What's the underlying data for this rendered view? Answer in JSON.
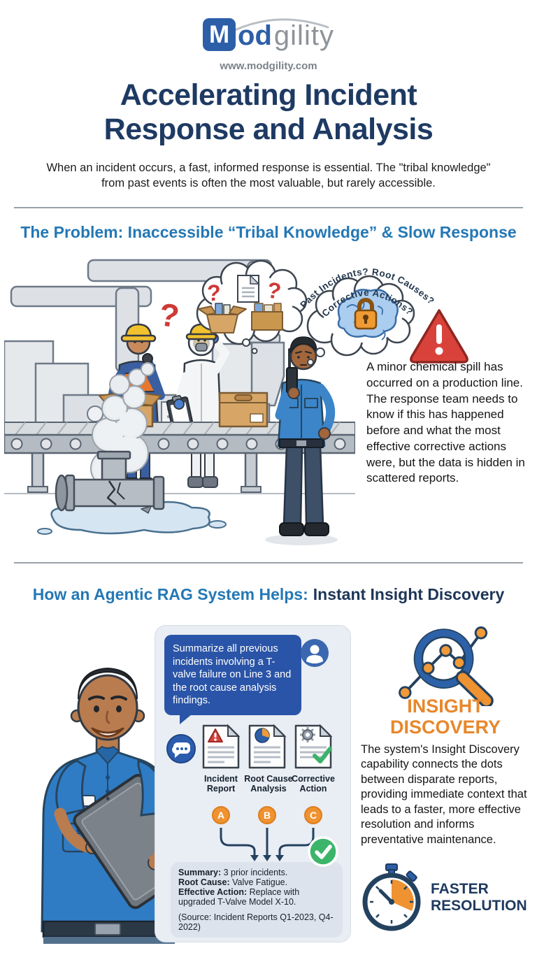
{
  "brand": {
    "logo_m": "M",
    "logo_od": "od",
    "logo_rest": "gility",
    "website": "www.modgility.com"
  },
  "header": {
    "title_line1": "Accelerating Incident",
    "title_line2": "Response and Analysis",
    "subtitle": "When an incident occurs, a fast, informed response is essential. The \"tribal knowledge\" from past events is often the most valuable, but rarely accessible."
  },
  "problem": {
    "heading": "The Problem: Inaccessible “Tribal Knowledge” & Slow Response",
    "question_mark": "?",
    "thought_arc1": "Past Incidents? Root Causes?",
    "thought_arc2": "Corrective Actions?",
    "description": "A minor chemical spill has occurred on a production line. The response team needs to know if this has happened before and what the most effective corrective actions were, but the data is hidden in scattered reports."
  },
  "solution": {
    "heading_accent": "How an Agentic RAG System Helps:",
    "heading_rest": "Instant Insight Discovery",
    "chat_query": "Summarize all previous incidents involving a T-valve failure on Line 3 and the root cause analysis findings.",
    "documents": [
      {
        "label": "Incident Report",
        "marker": "A"
      },
      {
        "label": "Root Cause Analysis",
        "marker": "B"
      },
      {
        "label": "Corrective Action",
        "marker": "C"
      }
    ],
    "summary_lines": [
      {
        "label": "Summary:",
        "text": " 3 prior incidents."
      },
      {
        "label": "Root Cause:",
        "text": " Valve Fatigue."
      },
      {
        "label": "Effective Action:",
        "text": " Replace with upgraded T-Valve Model X-10."
      }
    ],
    "summary_source": "(Source: Incident Reports Q1-2023, Q4-2022)",
    "insight_title": "INSIGHT DISCOVERY",
    "insight_description": "The system's Insight Discovery capability connects the dots between disparate reports, providing immediate context that leads to a faster, more effective resolution and informs preventative maintenance.",
    "faster_resolution": "FASTER RESOLUTION"
  },
  "icons": {
    "user_avatar": "person-in-circle",
    "chat": "speech-bubble-dots",
    "alert": "warning-triangle",
    "locked_knowledge": "brain-with-padlock",
    "insight": "magnifier-network",
    "speed": "stopwatch",
    "verified": "green-check"
  },
  "colors": {
    "brand_blue": "#2d5fa8",
    "navy": "#1e3a63",
    "section_blue": "#2478b5",
    "accent_orange": "#ef9231",
    "alert_red": "#d8423b",
    "success_green": "#3cb56b",
    "chat_blue": "#2a54a7"
  }
}
